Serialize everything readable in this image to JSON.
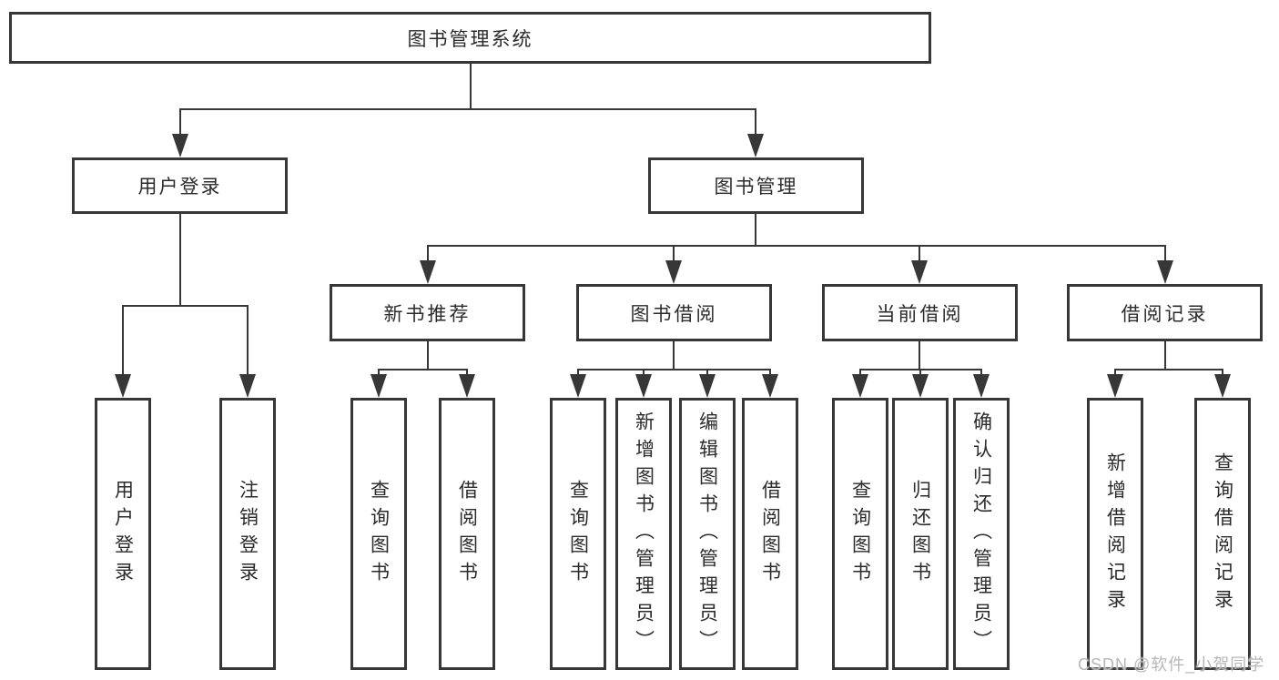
{
  "colors": {
    "background": "#ffffff",
    "line": "#373737",
    "text": "#2b2b2b",
    "watermark": "#b7b7b7",
    "node_fill": "#ffffff"
  },
  "watermark": {
    "text": "CSDN @软件_小贺同学"
  },
  "diagram": {
    "type": "hierarchy-tree",
    "root": {
      "label": "图书管理系统",
      "children": [
        {
          "label": "用户登录",
          "children": [
            {
              "label": "用户登录"
            },
            {
              "label": "注销登录"
            }
          ]
        },
        {
          "label": "图书管理",
          "children": [
            {
              "label": "新书推荐",
              "children": [
                {
                  "label": "查询图书"
                },
                {
                  "label": "借阅图书"
                }
              ]
            },
            {
              "label": "图书借阅",
              "children": [
                {
                  "label": "查询图书"
                },
                {
                  "label": "新增图书（管理员）"
                },
                {
                  "label": "编辑图书（管理员）"
                },
                {
                  "label": "借阅图书"
                }
              ]
            },
            {
              "label": "当前借阅",
              "children": [
                {
                  "label": "查询图书"
                },
                {
                  "label": "归还图书"
                },
                {
                  "label": "确认归还（管理员）"
                }
              ]
            },
            {
              "label": "借阅记录",
              "children": [
                {
                  "label": "新增借阅记录"
                },
                {
                  "label": "查询借阅记录"
                }
              ]
            }
          ]
        }
      ]
    }
  }
}
